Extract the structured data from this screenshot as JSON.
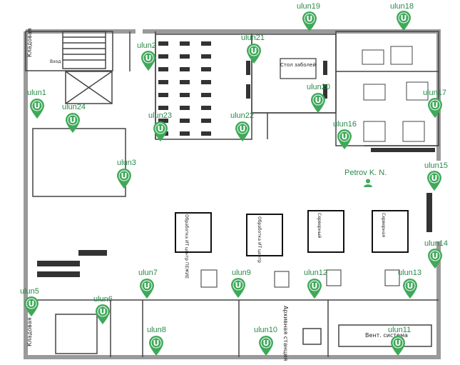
{
  "colors": {
    "marker": "#3fa95a",
    "wall": "#999999",
    "label": "#2a8a4a"
  },
  "icons": {
    "marker": "location-pin-icon",
    "person": "person-icon"
  },
  "markers": [
    {
      "id": "ulun19",
      "label": "ulun19",
      "glyph": "U"
    },
    {
      "id": "ulun18",
      "label": "ulun18",
      "glyph": "U"
    },
    {
      "id": "ulun21",
      "label": "ulun21",
      "glyph": "U"
    },
    {
      "id": "ulun2",
      "label": "ulun2",
      "glyph": "U"
    },
    {
      "id": "ulun1",
      "label": "ulun1",
      "glyph": "U"
    },
    {
      "id": "ulun24",
      "label": "ulun24",
      "glyph": "U"
    },
    {
      "id": "ulun20",
      "label": "ulun20",
      "glyph": "U"
    },
    {
      "id": "ulun17",
      "label": "ulun17",
      "glyph": "U"
    },
    {
      "id": "ulun23",
      "label": "ulun23",
      "glyph": "U"
    },
    {
      "id": "ulun22",
      "label": "ulun22",
      "glyph": "U"
    },
    {
      "id": "ulun16",
      "label": "ulun16",
      "glyph": "U"
    },
    {
      "id": "ulun3",
      "label": "ulun3",
      "glyph": "U"
    },
    {
      "id": "ulun15",
      "label": "ulun15",
      "glyph": "U"
    },
    {
      "id": "ulun14",
      "label": "ulun14",
      "glyph": "U"
    },
    {
      "id": "ulun7",
      "label": "ulun7",
      "glyph": "U"
    },
    {
      "id": "ulun9",
      "label": "ulun9",
      "glyph": "U"
    },
    {
      "id": "ulun12",
      "label": "ulun12",
      "glyph": "U"
    },
    {
      "id": "ulun13",
      "label": "ulun13",
      "glyph": "U"
    },
    {
      "id": "ulun5",
      "label": "ulun5",
      "glyph": "U"
    },
    {
      "id": "ulun6",
      "label": "ulun6",
      "glyph": "U"
    },
    {
      "id": "ulun8",
      "label": "ulun8",
      "glyph": "U"
    },
    {
      "id": "ulun10",
      "label": "ulun10",
      "glyph": "U"
    },
    {
      "id": "ulun11",
      "label": "ulun11",
      "glyph": "U"
    }
  ],
  "person": {
    "name": "Petrov K. N."
  },
  "rooms": {
    "pantry": "Кладовая",
    "stairs_hall": "Вход",
    "table": "Стол заболей",
    "server1": "Обработка ИТ центр ПЕЖИЕ",
    "server2": "Обработка ИТ центр",
    "server3": "Серверный",
    "server4": "Серверная",
    "arch": "Архивная станция",
    "vent": "Вент. система"
  }
}
